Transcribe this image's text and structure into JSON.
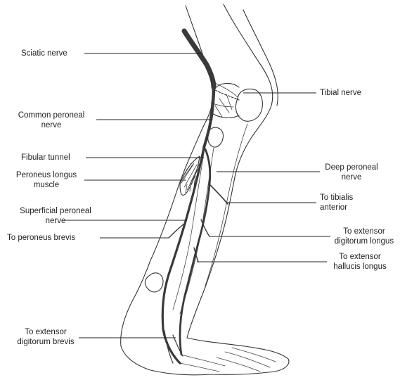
{
  "labels": {
    "sciatic_nerve": "Sciatic nerve",
    "tibial_nerve": "Tibial nerve",
    "common_peroneal_line1": "Common peroneal",
    "common_peroneal_line2": "nerve",
    "fibular_tunnel": "Fibular tunnel",
    "deep_peroneal_line1": "Deep peroneal",
    "deep_peroneal_line2": "nerve",
    "peroneus_longus_line1": "Peroneus longus",
    "peroneus_longus_line2": "muscle",
    "tibialis_line1": "To tibialis",
    "tibialis_line2": "anterior",
    "superficial_peroneal_line1": "Superficial peroneal",
    "superficial_peroneal_line2": "nerve",
    "ext_digitorum_longus_line1": "To extensor",
    "ext_digitorum_longus_line2": "digitorum longus",
    "peroneus_brevis": "To peroneus brevis",
    "ext_hallucis_longus_line1": "To extensor",
    "ext_hallucis_longus_line2": "hallucis longus",
    "ext_digitorum_brevis_line1": "To extensor",
    "ext_digitorum_brevis_line2": "digitorum brevis"
  }
}
